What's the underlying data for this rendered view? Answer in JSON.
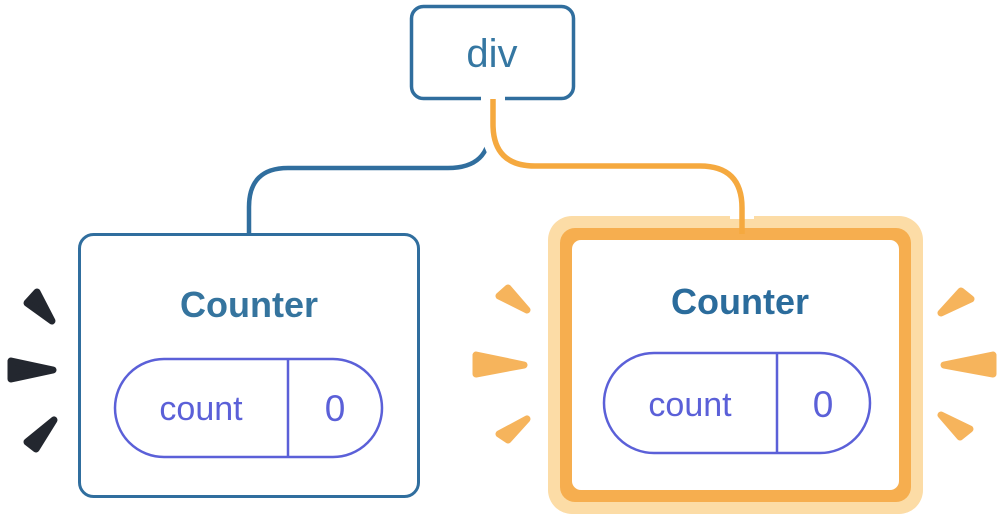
{
  "tree": {
    "root": {
      "label": "div"
    },
    "children": [
      {
        "title": "Counter",
        "state_key": "count",
        "state_value": "0",
        "highlighted": false
      },
      {
        "title": "Counter",
        "state_key": "count",
        "state_value": "0",
        "highlighted": true
      }
    ]
  },
  "colors": {
    "node_border_blue": "#306E9E",
    "node_title_blue": "#35749E",
    "highlighted_title_blue": "#2B6C9C",
    "root_label_blue": "#3577A2",
    "state_purple": "#5B60D8",
    "edge_blue": "#306E9E",
    "edge_orange": "#F5A93F",
    "edge_casing_white": "#FFFFFF",
    "highlight_ring_outer": "#FCDCA6",
    "highlight_ring_inner": "#F6AE4F",
    "burst_orange": "#F6B45C",
    "burst_dark": "#23272F",
    "background": "#FFFFFF"
  }
}
